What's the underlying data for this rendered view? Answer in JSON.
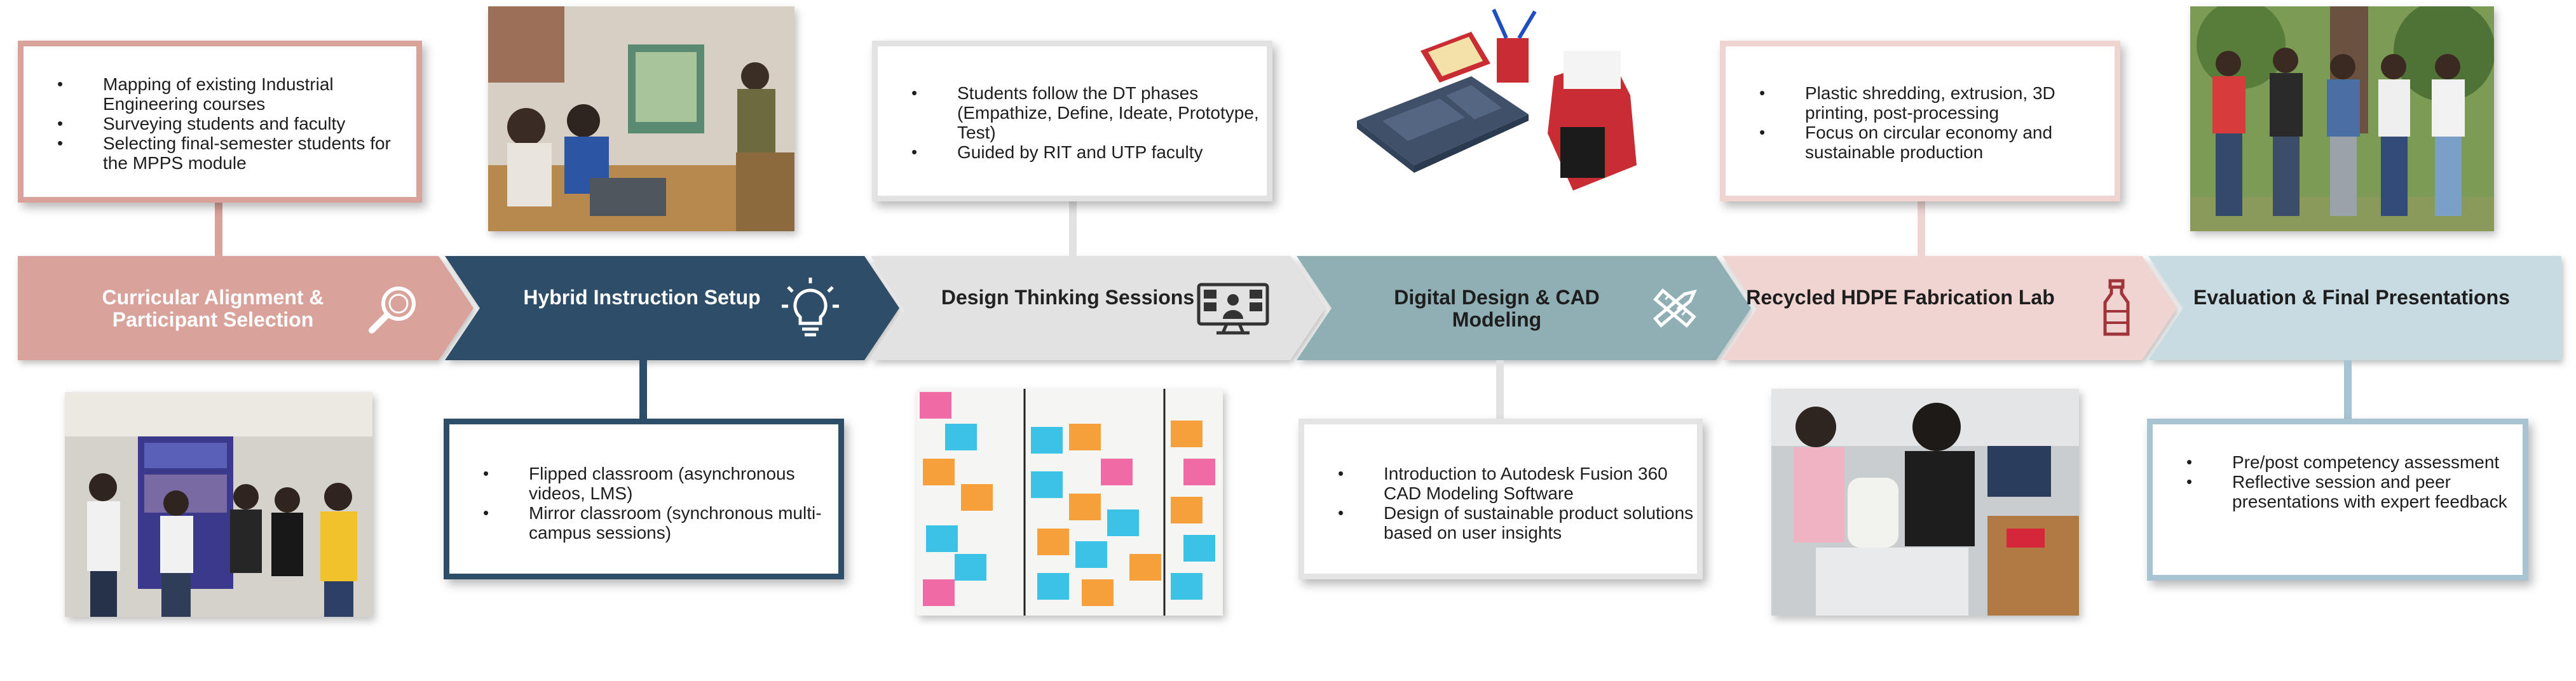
{
  "colors": {
    "stage1": "#d9a29a",
    "stage2": "#2d4e68",
    "stage3": "#e2e2e2",
    "stage4": "#8fafb5",
    "stage5": "#efd4d1",
    "stage6": "#c8dbe3"
  },
  "stages": [
    {
      "label": "Curricular Alignment & Participant Selection",
      "icon": "magnifier-icon",
      "details": [
        "Mapping of existing Industrial Engineering courses",
        "Surveying students and faculty",
        "Selecting final-semester students for the MPPS module"
      ],
      "photo": "group-photo-with-poster"
    },
    {
      "label": "Hybrid Instruction Setup",
      "icon": "lightbulb-icon",
      "photo": "classroom-projector-photo",
      "details": [
        "Flipped classroom (asynchronous videos, LMS)",
        "Mirror classroom (synchronous multi-campus sessions)"
      ]
    },
    {
      "label": "Design Thinking Sessions",
      "icon": "video-conference-icon",
      "details": [
        "Students follow the DT phases (Empathize, Define, Ideate, Prototype, Test)",
        "Guided by RIT and UTP faculty"
      ],
      "photo": "sticky-notes-board-photo"
    },
    {
      "label": "Digital Design & CAD Modeling",
      "icon": "pencil-ruler-icon",
      "photo": "cad-render-desk-organizer",
      "details": [
        "Introduction to Autodesk Fusion 360 CAD Modeling Software",
        "Design of sustainable product solutions based on user insights"
      ]
    },
    {
      "label": "Recycled HDPE Fabrication Lab",
      "icon": "bottle-icon",
      "details": [
        "Plastic shredding, extrusion, 3D printing, post-processing",
        "Focus on circular economy and sustainable production"
      ],
      "photo": "lab-shredding-photo"
    },
    {
      "label": "Evaluation & Final Presentations",
      "icon": "none",
      "photo": "outdoor-group-photo",
      "details": [
        "Pre/post competency assessment",
        "Reflective session and peer presentations with expert feedback"
      ]
    }
  ]
}
